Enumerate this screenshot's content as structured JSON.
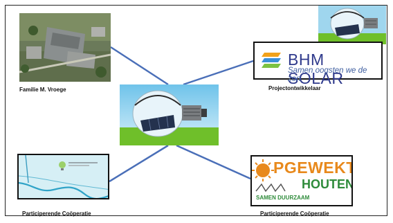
{
  "nodes": {
    "familie": {
      "label": "Familie M. Vroege"
    },
    "projectontwikkelaar": {
      "label": "Projectontwikkelaar",
      "logo_name": "BHM SOLAR",
      "logo_tagline": "Samen oogsten we de zon"
    },
    "cooperatie_left": {
      "label": "Participerende Coöperatie"
    },
    "cooperatie_right": {
      "label": "Participerende Coöperatie",
      "logo_top": "PGEWEKT",
      "logo_sub": "HOUTEN",
      "logo_small": "SAMEN DUURZAAM"
    }
  },
  "colors": {
    "connector": "#4a6fb8",
    "bhm_blue": "#2f3a8c",
    "opg_orange": "#e8891c",
    "opg_green": "#2e8b3a",
    "sky": "#8ed0ec",
    "grass": "#6fbf2a"
  }
}
